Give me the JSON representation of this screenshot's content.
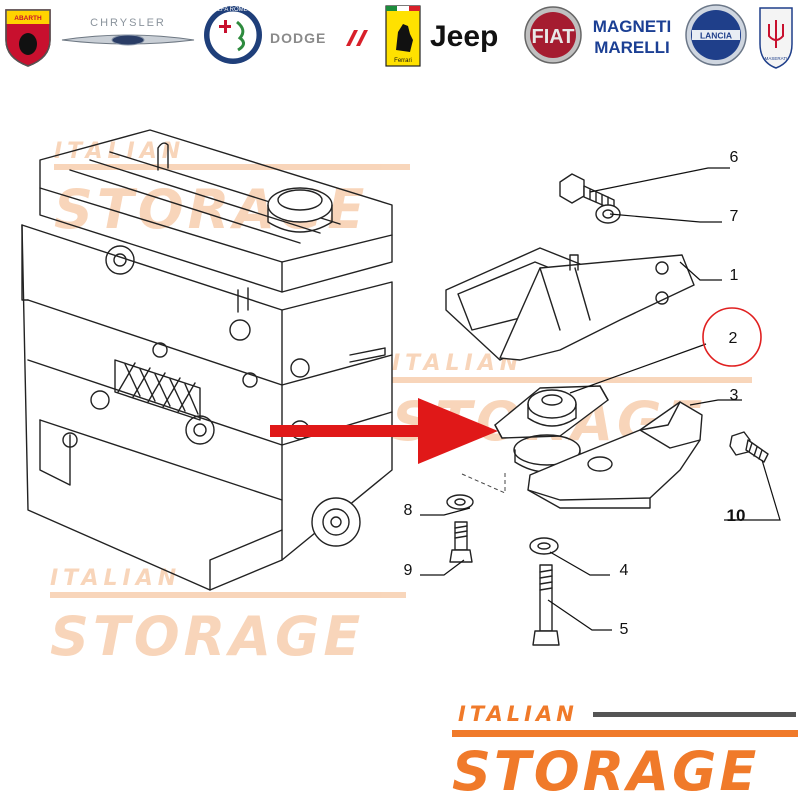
{
  "brands": {
    "abarth": "ABARTH",
    "chrysler": "CHRYSLER",
    "alfa_romeo": "ALFA ROMEO",
    "dodge": "DODGE",
    "ferrari": "Ferrari",
    "jeep": "Jeep",
    "fiat": "FIAT",
    "magneti_marelli_1": "MAGNETI",
    "magneti_marelli_2": "MARELLI",
    "lancia": "LANCIA",
    "maserati": "MASERATI"
  },
  "watermarks": {
    "italian": "ITALIAN",
    "storage": "STORAGE"
  },
  "footer_logo": {
    "line1": "ITALIAN",
    "line2": "STORAGE"
  },
  "callouts": [
    "1",
    "2",
    "3",
    "4",
    "5",
    "6",
    "7",
    "8",
    "9",
    "10"
  ],
  "highlight": {
    "part": "2",
    "circle_color": "#e02020",
    "arrow_color": "#e01818"
  },
  "colors": {
    "watermark": "#f6c8a4",
    "logo_orange": "#f07a2a",
    "logo_dark": "#555555"
  }
}
